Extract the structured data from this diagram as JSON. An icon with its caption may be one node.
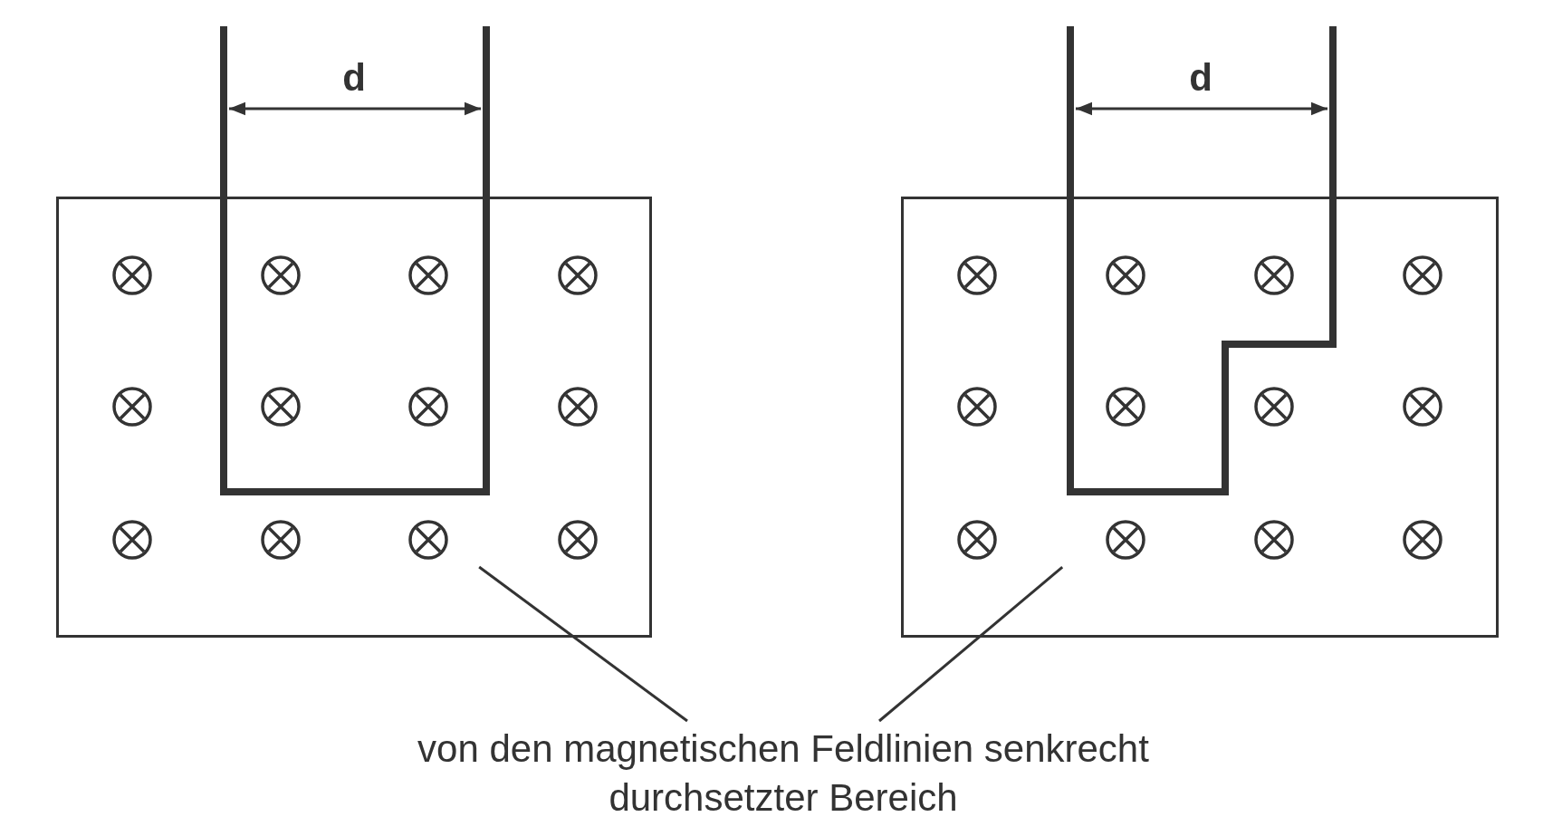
{
  "diagram": {
    "nodes": [
      {
        "text": [
          "von den magnetischen Feldlinien senkrecht durchsetzter Bereich"
        ]
      },
      {
        "text": [],
        "shape": "box"
      },
      {
        "text": [],
        "shape": "box"
      }
    ],
    "edges": [
      {
        "from": 0,
        "to": 1,
        "arrow": "none"
      },
      {
        "from": 0,
        "to": 2,
        "arrow": "none"
      }
    ],
    "labels": [
      "d",
      "d"
    ]
  }
}
